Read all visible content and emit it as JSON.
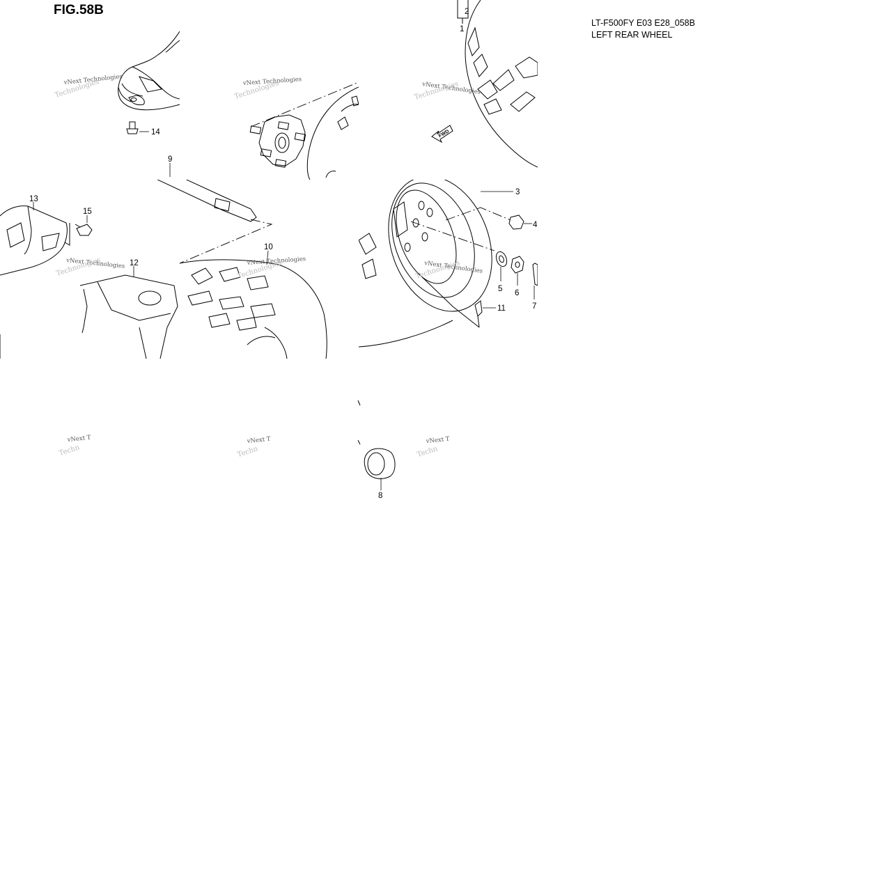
{
  "figure": {
    "title": "FIG.58B",
    "model_code": "LT-F500FY E03 E28_058B",
    "section_name": "LEFT REAR WHEEL"
  },
  "callouts": [
    "1",
    "2",
    "3",
    "4",
    "5",
    "6",
    "7",
    "8",
    "9",
    "10",
    "11",
    "12",
    "13",
    "14",
    "15"
  ],
  "fwd_label": "FWD",
  "watermark": {
    "line1": "vNext Technologies",
    "line2": "Technologies",
    "short1": "vNext T",
    "short2": "Techn"
  }
}
